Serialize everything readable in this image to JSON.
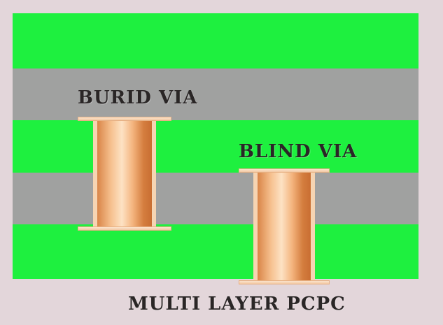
{
  "diagram": {
    "layers": [
      {
        "material": "copper-plane",
        "color": "#1ef03f"
      },
      {
        "material": "dielectric",
        "color": "#a0a1a0"
      },
      {
        "material": "copper-plane",
        "color": "#1ef03f"
      },
      {
        "material": "dielectric",
        "color": "#a0a1a0"
      },
      {
        "material": "copper-plane",
        "color": "#1ef03f"
      }
    ],
    "buried_via": {
      "label": "BURID VIA"
    },
    "blind_via": {
      "label": "BLIND VIA"
    },
    "caption": "MULTI LAYER PCPC"
  },
  "colors": {
    "background": "#e3d6da",
    "copper_light": "#fde2c4",
    "copper_dark": "#c96e32",
    "text": "#2a2626"
  }
}
